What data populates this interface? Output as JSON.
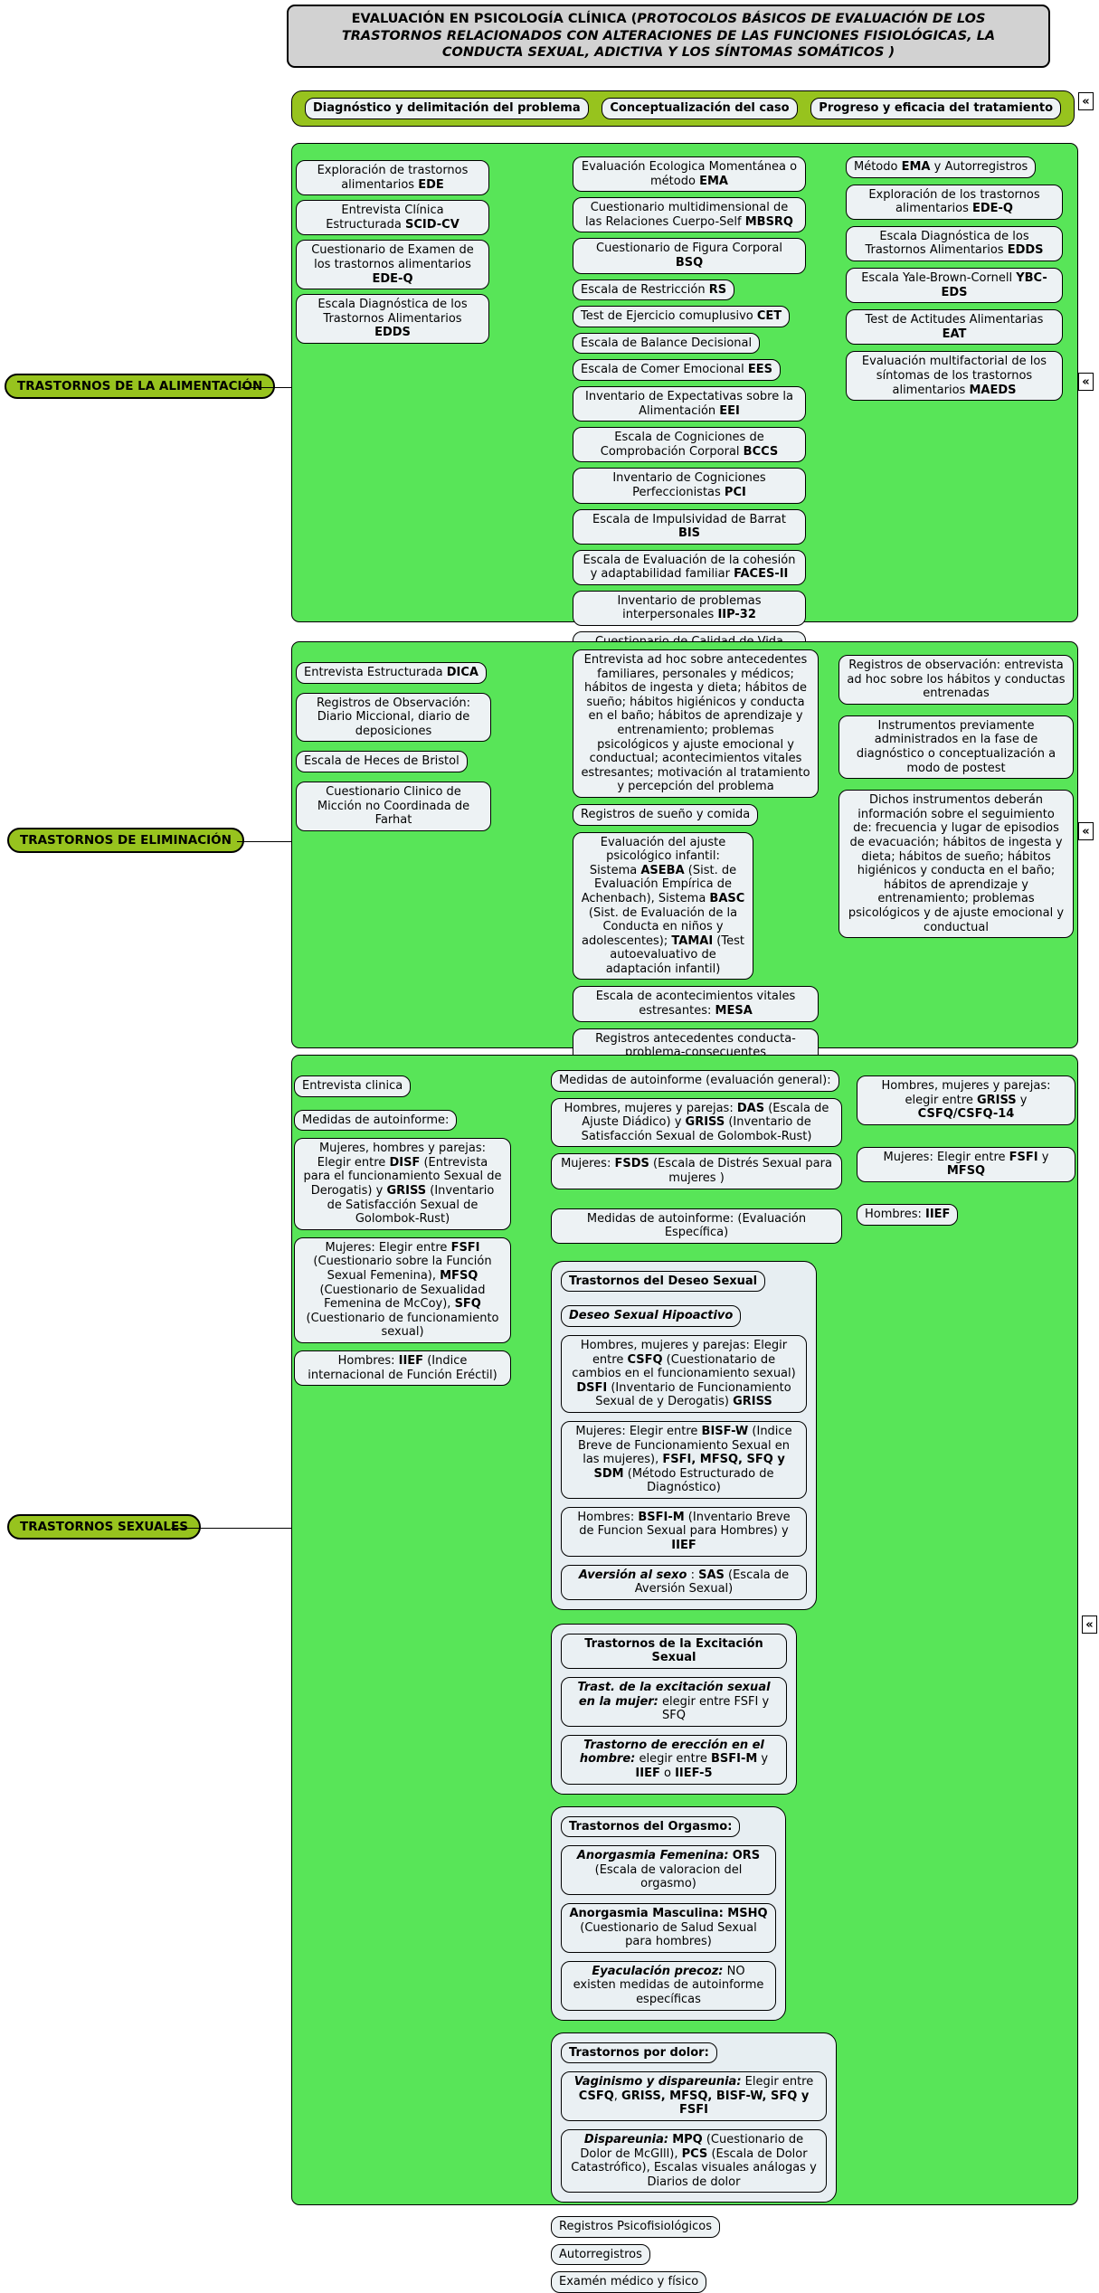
{
  "palette": {
    "panel_green": "#58e558",
    "olive_green": "#97c31e",
    "node_fill": "#edf2f4",
    "subpanel_fill": "#e7eef2",
    "title_fill": "#d2d2d2"
  },
  "icons": {
    "collapse": "«"
  },
  "title": "**EVALUACIÓN EN PSICOLOGÍA CLÍNICA (***PROTOCOLOS BÁSICOS DE EVALUACIÓN DE LOS TRASTORNOS RELACIONADOS CON ALTERACIONES DE LAS FUNCIONES FISIOLÓGICAS, LA CONDUCTA SEXUAL, ADICTIVA Y LOS SÍNTOMAS SOMÁTICOS )*",
  "phases": [
    "**Diagnóstico y delimitación del problema**",
    "**Conceptualización del caso**",
    "**Progreso y eficacia del tratamiento**"
  ],
  "labels": [
    "**TRASTORNOS DE LA ALIMENTACIÓN**",
    "**TRASTORNOS DE ELIMINACIÓN**",
    "**TRASTORNOS SEXUALES**"
  ],
  "alimentacion": {
    "colA": [
      "Exploración de trastornos alimentarios **EDE**",
      "Entrevista Clínica Estructurada **SCID-CV**",
      "Cuestionario de Examen de los trastornos alimentarios **EDE-Q**",
      "Escala Diagnóstica de los Trastornos Alimentarios **EDDS**"
    ],
    "colB": [
      "Evaluación Ecologica Momentánea o método **EMA**",
      "Cuestionario multidimensional de las Relaciones Cuerpo-Self **MBSRQ**",
      "Cuestionario de Figura Corporal **BSQ**",
      "Escala de Restricción **RS**",
      "Test de Ejercicio comuplusivo **CET**",
      "Escala de Balance Decisional",
      "Escala de Comer Emocional **EES**",
      "Inventario de Expectativas sobre la Alimentación **EEI**",
      "Escala de Cogniciones de Comprobación Corporal **BCCS**",
      "Inventario de Cogniciones Perfeccionistas **PCI**",
      "Escala de Impulsividad de Barrat **BIS**",
      "Escala de Evaluación de la cohesión y adaptabilidad familiar **FACES-II**",
      "Inventario de problemas interpersonales **IIP-32**",
      "Cuestionario de Calidad de Vida para los Trastornos Alimentarios **HeRQoLED**"
    ],
    "colC": [
      "Método **EMA** y Autorregistros",
      "Exploración de los trastornos alimentarios **EDE-Q**",
      "Escala Diagnóstica de los Trastornos Alimentarios **EDDS**",
      "Escala Yale-Brown-Cornell **YBC-EDS**",
      "Test de Actitudes Alimentarias **EAT**",
      "Evaluación multifactorial de los síntomas de los trastornos alimentarios **MAEDS**"
    ]
  },
  "eliminacion": {
    "colA": [
      "Entrevista Estructurada **DICA**",
      "Registros de Observación: Diario Miccional, diario de deposiciones",
      "Escala de Heces de Bristol",
      "Cuestionario Clinico de Micción no Coordinada de Farhat"
    ],
    "colB": [
      "Entrevista ad hoc sobre antecedentes familiares, personales y médicos; hábitos de ingesta y dieta; hábitos de sueño; hábitos higiénicos y conducta en el baño; hábitos de aprendizaje y entrenamiento; problemas psicológicos y ajuste emocional y conductual; acontecimientos vitales estresantes; motivación al tratamiento y percepción del problema",
      "Registros de sueño y comida",
      "Evaluación del ajuste psicológico infantil: Sistema **ASEBA** (Sist. de Evaluación Empírica de Achenbach), Sistema **BASC** (Sist. de Evaluación de la Conducta en niños y adolescentes); **TAMAI** (Test autoevaluativo de adaptación infantil)",
      "Escala de acontecimientos vitales estresantes: **MESA**",
      "Registros antecedentes conducta-problema-consecuentes"
    ],
    "colC": [
      "Registros de observación: entrevista ad hoc sobre los hábitos y conductas entrenadas",
      "Instrumentos previamente administrados en la fase de diagnóstico o conceptualización a modo de postest",
      "Dichos instrumentos deberán información sobre el seguimiento de: frecuencia y lugar de episodios de evacuación; hábitos de ingesta y dieta; hábitos de sueño; hábitos higiénicos y conducta en el baño; hábitos de aprendizaje y entrenamiento; problemas psicológicos y de ajuste emocional y conductual"
    ]
  },
  "sexuales": {
    "colA": [
      "Entrevista clinica",
      "Medidas de autoinforme:",
      "Mujeres, hombres y parejas: Elegir entre **DISF** (Entrevista para el funcionamiento Sexual de Derogatis) y **GRISS** (Inventario de Satisfacción Sexual de Golombok-Rust)",
      "Mujeres: Elegir entre **FSFI** (Cuestionario sobre la Función Sexual Femenina), **MFSQ** (Cuestionario de Sexualidad Femenina de McCoy), **SFQ** (Cuestionario de funcionamiento sexual)",
      "Hombres: **IIEF** (Indice internacional de Función Eréctil)"
    ],
    "colB_top": [
      "Medidas de autoinforme (evaluación general):",
      "Hombres, mujeres y parejas: **DAS** (Escala de Ajuste Diádico) y **GRISS** (Inventario de Satisfacción Sexual de Golombok-Rust)",
      "Mujeres: **FSDS** (Escala de Distrés Sexual para mujeres )",
      "Medidas de autoinforme: (Evaluación Específica)"
    ],
    "deseo": [
      "**Trastornos del Deseo Sexual**",
      "*Deseo Sexual Hipoactivo*",
      "Hombres, mujeres y parejas: Elegir entre **CSFQ** (Cuestionatario de cambios en el funcionamiento sexual) **DSFI** (Inventario de Funcionamiento Sexual de y Derogatis) **GRISS**",
      "Mujeres: Elegir entre **BISF-W** (Indice Breve de Funcionamiento Sexual en las mujeres), **FSFI, MFSQ, SFQ y SDM** (Método Estructurado de Diagnóstico)",
      "Hombres: **BSFI-M** (Inventario Breve de Funcion Sexual para Hombres) y **IIEF**",
      "*Aversión al sexo* : **SAS** (Escala de Aversión Sexual)"
    ],
    "excitacion": [
      "**Trastornos de la Excitación Sexual**",
      "*Trast. de la excitación sexual en la mujer:*  elegir entre FSFI y SFQ",
      "*Trastorno de erección en el hombre:*  elegir entre **BSFI-M** y **IIEF** o **IIEF-5**"
    ],
    "orgasmo": [
      "**Trastornos del Orgasmo:**",
      "*Anorgasmia Femenina:*  **ORS** (Escala de valoracion del orgasmo)",
      "**Anorgasmia Masculina: MSHQ** (Cuestionario de Salud Sexual para hombres)",
      "*Eyaculación precoz:*  NO existen medidas de autoinforme específicas"
    ],
    "dolor": [
      "**Trastornos por dolor:**",
      "*Vaginismo y dispareunia:*  Elegir entre **CSFQ**, **GRISS, MFSQ, BISF-W, SFQ y FSFI**",
      "*Dispareunia:*  **MPQ** (Cuestionario de Dolor de McGIll), **PCS** (Escala de Dolor Catastrófico), Escalas visuales análogas y Diarios de dolor"
    ],
    "colB_bottom": [
      "Registros Psicofisiológicos",
      "Autorregistros",
      "Examén médico y físico"
    ],
    "colC": [
      "Hombres, mujeres y parejas: elegir entre **GRISS** y **CSFQ/CSFQ-14**",
      "Mujeres: Elegir entre **FSFI** y **MFSQ**",
      "Hombres: **IIEF**"
    ]
  }
}
